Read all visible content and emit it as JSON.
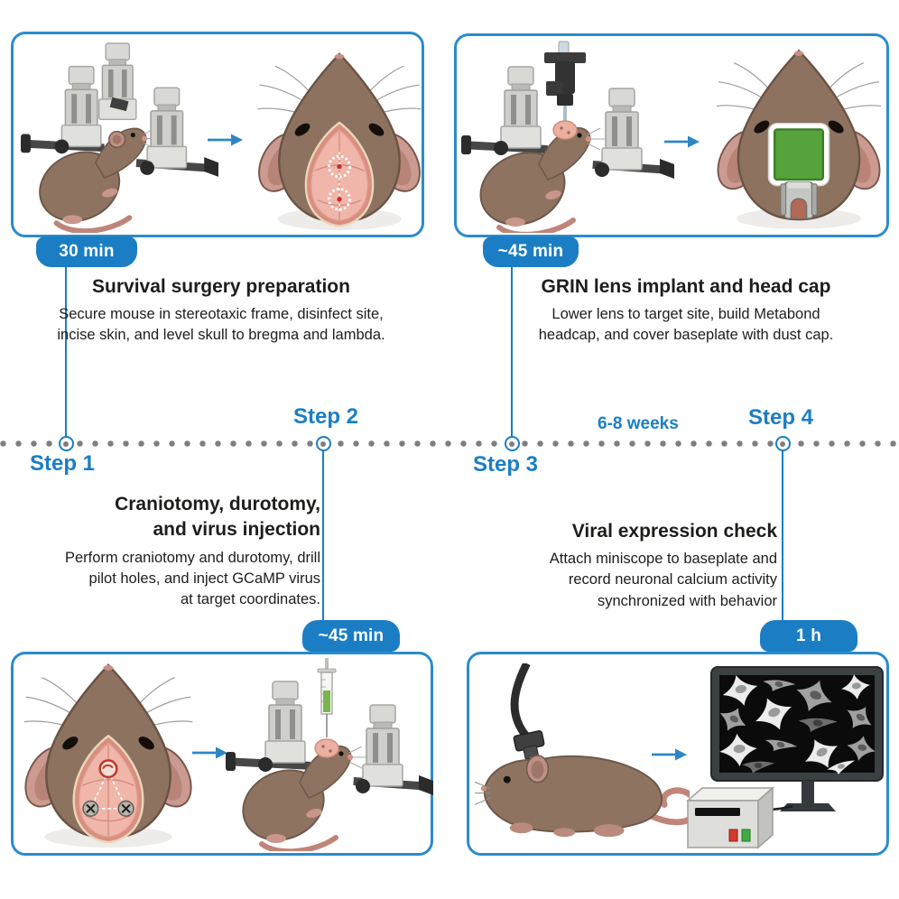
{
  "colors": {
    "accent_blue": "#1b7ec4",
    "panel_border_blue": "#2a8ccd",
    "timeline_dot_gray": "#7f7f7f",
    "text_dark": "#1d1d1b",
    "mouse_brown": "#8e7361",
    "skull_pink": "#f0b6aa",
    "headcap_green": "#55a33a",
    "virus_green": "#79b54a",
    "screen_black": "#0b0b0b"
  },
  "timeline": {
    "interval_label": "6-8 weeks"
  },
  "icons": {
    "panel_arrow": "arrow-right-icon"
  },
  "steps": [
    {
      "step": "Step 1",
      "duration": "30 min",
      "title_lines": [
        "Survival surgery preparation"
      ],
      "desc_lines": [
        "Secure mouse in stereotaxic frame, disinfect site,",
        "incise skin, and level skull to bregma and lambda."
      ],
      "illustration": [
        "mouse-in-stereotaxic-frame",
        "arrow-right-icon",
        "mouse-head-exposed-skull-bregma-lambda"
      ]
    },
    {
      "step": "Step 2",
      "duration": "~45 min",
      "title_lines": [
        "Craniotomy, durotomy,",
        "and virus injection"
      ],
      "desc_lines": [
        "Perform craniotomy and durotomy, drill",
        "pilot holes, and inject GCaMP virus",
        "at target coordinates."
      ],
      "illustration": [
        "mouse-head-craniotomy-pilot-holes",
        "arrow-right-icon",
        "mouse-in-stereotaxic-frame-with-syringe"
      ]
    },
    {
      "step": "Step 3",
      "duration": "~45 min",
      "title_lines": [
        "GRIN lens implant and head cap"
      ],
      "desc_lines": [
        "Lower lens to target site, build Metabond",
        "headcap, and cover baseplate with dust cap."
      ],
      "illustration": [
        "mouse-in-stereotaxic-frame-with-lens-implant",
        "arrow-right-icon",
        "mouse-head-green-baseplate-dust-cap"
      ]
    },
    {
      "step": "Step 4",
      "duration": "1 h",
      "title_lines": [
        "Viral expression check"
      ],
      "desc_lines": [
        "Attach miniscope to baseplate and",
        "record neuronal calcium activity",
        "synchronized with behavior"
      ],
      "illustration": [
        "mouse-with-miniscope",
        "arrow-right-icon",
        "monitor-neuron-activity-daq-box"
      ]
    }
  ]
}
